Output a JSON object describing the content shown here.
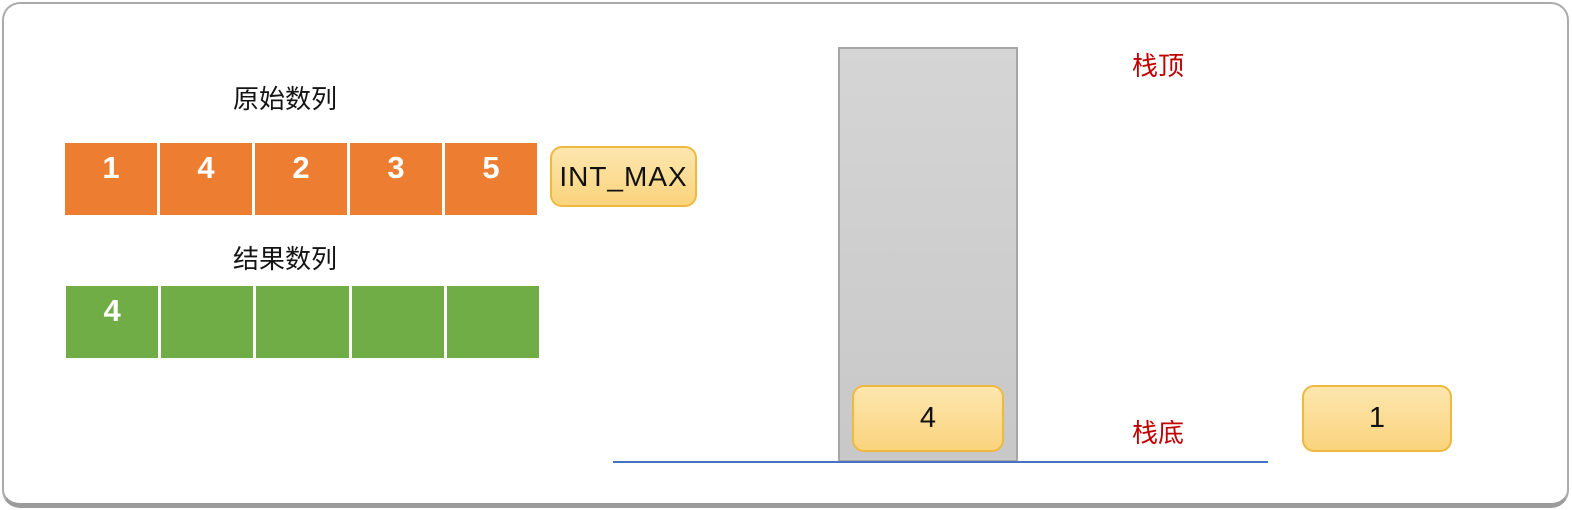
{
  "original_sequence": {
    "label": "原始数列",
    "cells": [
      "1",
      "4",
      "2",
      "3",
      "5"
    ]
  },
  "sentinel": {
    "label": "INT_MAX"
  },
  "result_sequence": {
    "label": "结果数列",
    "cells": [
      "4",
      "",
      "",
      "",
      ""
    ]
  },
  "stack": {
    "top_label": "栈顶",
    "bottom_label": "栈底",
    "items": [
      "4"
    ]
  },
  "incoming": {
    "value": "1"
  },
  "colors": {
    "original_array": "#ED7D31",
    "result_array": "#70AD47",
    "stack_labels": "#C00000",
    "baseline": "#4472C4",
    "stack_fill": "#CFCFCF",
    "gold_fill_top": "#FDE6AE",
    "gold_fill_bottom": "#FAD47D",
    "gold_border": "#EEB93F",
    "frame_border": "#ABABAB"
  }
}
